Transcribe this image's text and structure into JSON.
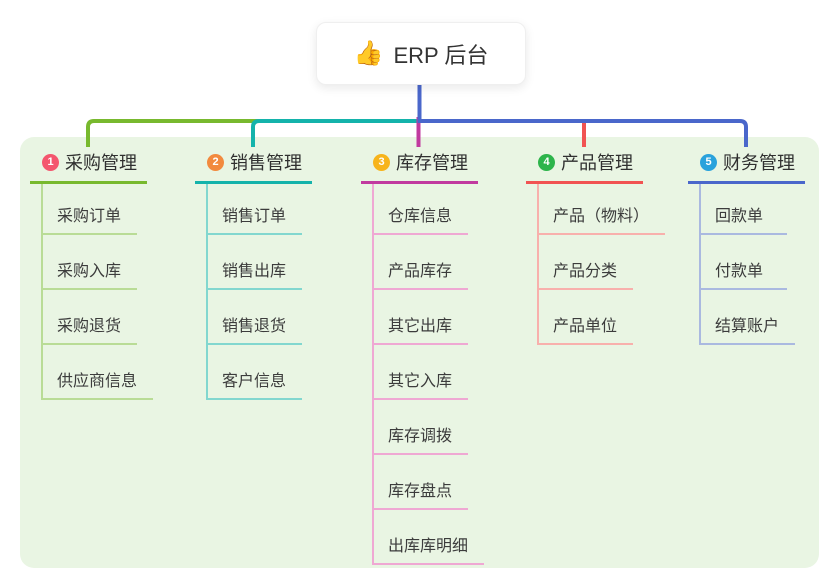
{
  "root": {
    "icon": "👍",
    "icon_name": "thumbs-up",
    "label": "ERP 后台"
  },
  "colors": {
    "panel_bg": "#e9f5e3",
    "root_line": "#4a67cb",
    "node_bg": "#ffffff",
    "text": "#333333"
  },
  "branches": [
    {
      "badge": "1",
      "title": "采购管理",
      "badge_color": "#f4566e",
      "line_color": "#78b92e",
      "child_line_color": "#b9dc96",
      "children": [
        "采购订单",
        "采购入库",
        "采购退货",
        "供应商信息"
      ]
    },
    {
      "badge": "2",
      "title": "销售管理",
      "badge_color": "#f28a3e",
      "line_color": "#14b3ab",
      "child_line_color": "#82d7cf",
      "children": [
        "销售订单",
        "销售出库",
        "销售退货",
        "客户信息"
      ]
    },
    {
      "badge": "3",
      "title": "库存管理",
      "badge_color": "#f7b41b",
      "line_color": "#c13a9f",
      "child_line_color": "#efa8d3",
      "children": [
        "仓库信息",
        "产品库存",
        "其它出库",
        "其它入库",
        "库存调拨",
        "库存盘点",
        "出库库明细"
      ]
    },
    {
      "badge": "4",
      "title": "产品管理",
      "badge_color": "#2db44b",
      "line_color": "#f15352",
      "child_line_color": "#f8b0ac",
      "children": [
        "产品（物料）",
        "产品分类",
        "产品单位"
      ]
    },
    {
      "badge": "5",
      "title": "财务管理",
      "badge_color": "#29a2dc",
      "line_color": "#4a67cb",
      "child_line_color": "#aab9e0",
      "children": [
        "回款单",
        "付款单",
        "结算账户"
      ]
    }
  ]
}
